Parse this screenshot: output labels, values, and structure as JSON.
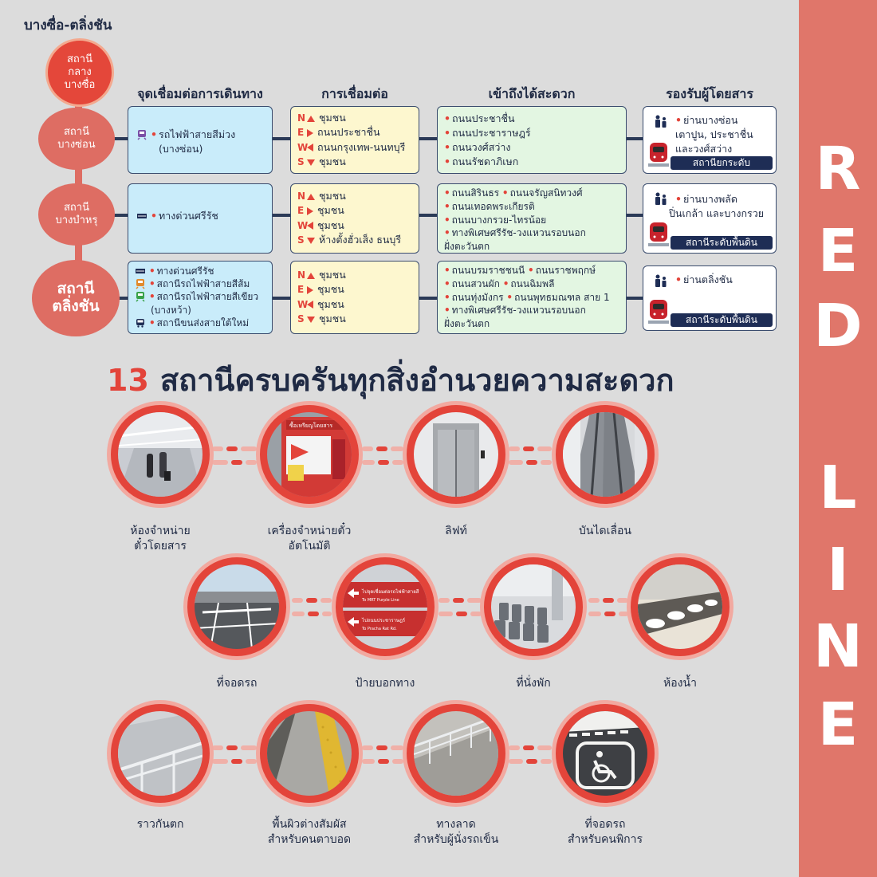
{
  "route_title": "บางซื่อ-ตลิ่งชัน",
  "origin_station": [
    "สถานี",
    "กลาง",
    "บางซื่อ"
  ],
  "columns": [
    "จุดเชื่อมต่อการเดินทาง",
    "การเชื่อมต่อ",
    "เข้าถึงได้สะดวก",
    "รองรับผู้โดยสาร"
  ],
  "stations": [
    {
      "name": [
        "สถานี",
        "บางซ่อน"
      ],
      "transit": [
        {
          "icon": "purple-line-train-icon",
          "text": "รถไฟฟ้าสายสีม่วง",
          "text2": "(บางซ่อน)"
        }
      ],
      "directions": [
        {
          "dir": "N",
          "text": "ชุมชน"
        },
        {
          "dir": "E",
          "text": "ถนนประชาชื่น"
        },
        {
          "dir": "W",
          "text": "ถนนกรุงเทพ-นนทบุรี"
        },
        {
          "dir": "S",
          "text": "ชุมชน"
        }
      ],
      "access": [
        "ถนนประชาชื่น",
        "ถนนประชาราษฎร์",
        "ถนนวงศ์สว่าง",
        "ถนนรัชดาภิเษก"
      ],
      "serves": [
        "ย่านบางซ่อน",
        "เตาปูน, ประชาชื่น",
        "และวงศ์สว่าง"
      ],
      "level": "สถานียกระดับ"
    },
    {
      "name": [
        "สถานี",
        "บางบำหรุ"
      ],
      "transit": [
        {
          "icon": "expressway-icon",
          "text": "ทางด่วนศรีรัช"
        }
      ],
      "directions": [
        {
          "dir": "N",
          "text": "ชุมชน"
        },
        {
          "dir": "E",
          "text": "ชุมชน"
        },
        {
          "dir": "W",
          "text": "ชุมชน"
        },
        {
          "dir": "S",
          "text": "ห้างตั้งฮั่วเส็ง ธนบุรี"
        }
      ],
      "access": [
        "ถนนสิรินธร",
        "ถนนจรัญสนิทวงศ์",
        "ถนนเทอดพระเกียรติ",
        "ถนนบางกรวย-ไทรน้อย",
        "ทางพิเศษศรีรัช-วงแหวนรอบนอก",
        "ฝั่งตะวันตก"
      ],
      "serves": [
        "ย่านบางพลัด",
        "ปิ่นเกล้า และบางกรวย"
      ],
      "level": "สถานีระดับพื้นดิน"
    },
    {
      "name": [
        "สถานี",
        "ตลิ่งชัน"
      ],
      "transit": [
        {
          "icon": "expressway-icon",
          "text": "ทางด่วนศรีรัช"
        },
        {
          "icon": "light-red-line-icon",
          "text": "สถานีรถไฟฟ้าสายสีส้ม"
        },
        {
          "icon": "green-line-icon",
          "text": "สถานีรถไฟฟ้าสายสีเขียว",
          "text2": "(บางหว้า)"
        },
        {
          "icon": "bus-icon",
          "text": "สถานีขนส่งสายใต้ใหม่"
        }
      ],
      "directions": [
        {
          "dir": "N",
          "text": "ชุมชน"
        },
        {
          "dir": "E",
          "text": "ชุมชน"
        },
        {
          "dir": "W",
          "text": "ชุมชน"
        },
        {
          "dir": "S",
          "text": "ชุมชน"
        }
      ],
      "access": [
        "ถนนบรมราชชนนี",
        "ถนนราชพฤกษ์",
        "ถนนสวนผัก",
        "ถนนฉิมพลี",
        "ถนนทุ่งมังกร",
        "ถนนพุทธมณฑล สาย 1",
        "ทางพิเศษศรีรัช-วงแหวนรอบนอก",
        "ฝั่งตะวันตก"
      ],
      "serves": [
        "ย่านตลิ่งชัน"
      ],
      "level": "สถานีระดับพื้นดิน"
    }
  ],
  "facilities_title_num": "13",
  "facilities_title": "สถานีครบครันทุกสิ่งอำนวยความสะดวก",
  "facilities": [
    {
      "label": "ห้องจำหน่าย",
      "label2": "ตั๋วโดยสาร"
    },
    {
      "label": "เครื่องจำหน่ายตั๋ว",
      "label2": "อัตโนมัติ"
    },
    {
      "label": "ลิฟท์",
      "label2": ""
    },
    {
      "label": "บันไดเลื่อน",
      "label2": ""
    },
    {
      "label": "ที่จอดรถ",
      "label2": ""
    },
    {
      "label": "ป้ายบอกทาง",
      "label2": ""
    },
    {
      "label": "ที่นั่งพัก",
      "label2": ""
    },
    {
      "label": "ห้องน้ำ",
      "label2": ""
    },
    {
      "label": "ราวกันตก",
      "label2": ""
    },
    {
      "label": "พื้นผิวต่างสัมผัส",
      "label2": "สำหรับคนตาบอด"
    },
    {
      "label": "ทางลาด",
      "label2": "สำหรับผู้นั่งรถเข็น"
    },
    {
      "label": "ที่จอดรถ",
      "label2": "สำหรับคนพิการ"
    }
  ],
  "sign_text": {
    "machine": "ซื้อเหรียญโดยสาร",
    "sign1": "ไปจุดเชื่อมต่อรถไฟฟ้าสายสี",
    "sign1_en": "To MRT Purple Line",
    "sign2": "ไปถนนประชาราษฎร์",
    "sign2_en": "To Pracha Rat Rd."
  },
  "sidebar_letters": [
    "R",
    "E",
    "D",
    "L",
    "I",
    "N",
    "E"
  ],
  "colors": {
    "accent": "#e3443a",
    "sidebar": "#e0766a",
    "navy": "#1e2d55"
  }
}
